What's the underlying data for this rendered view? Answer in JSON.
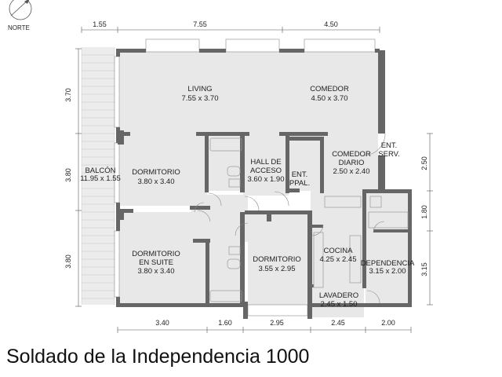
{
  "title": "Soldado de la Independencia 1000",
  "north_label": "NORTE",
  "rooms": [
    {
      "name": "LIVING",
      "size": "7.55 x 3.70"
    },
    {
      "name": "COMEDOR",
      "size": "4.50 x 3.70"
    },
    {
      "name": "BALCÓN",
      "size": "11.95 x 1.55"
    },
    {
      "name": "DORMITORIO",
      "size": "3.80 x 3.40"
    },
    {
      "name": "HALL DE ACCESO",
      "size": "3.60 x 1.90"
    },
    {
      "name": "ENT. PPAL.",
      "size": ""
    },
    {
      "name": "COMEDOR DIARIO",
      "size": "2.50 x 2.40"
    },
    {
      "name": "ENT. SERV.",
      "size": ""
    },
    {
      "name": "DORMITORIO EN SUITE",
      "size": "3.80 x 3.40"
    },
    {
      "name": "DORMITORIO",
      "size": "3.55 x 2.95"
    },
    {
      "name": "COCINA",
      "size": "4.25 x 2.45"
    },
    {
      "name": "DEPENDENCIA",
      "size": "3.15 x 2.00"
    },
    {
      "name": "LAVADERO",
      "size": "2.45 x 1.50"
    }
  ],
  "dimensions": {
    "top": [
      "1.55",
      "7.55",
      "4.50"
    ],
    "bottom": [
      "3.40",
      "1.60",
      "2.95",
      "2.45",
      "2.00"
    ],
    "left": [
      "3.70",
      "3.80",
      "3.80"
    ],
    "right": [
      "2.50",
      "1.80",
      "3.15"
    ]
  }
}
